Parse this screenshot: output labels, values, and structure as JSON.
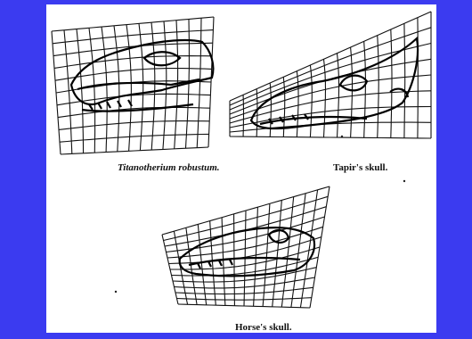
{
  "figure": {
    "background_color": "#3b3bf0",
    "panels": [
      {
        "caption": "Titanotherium robustum."
      },
      {
        "caption": "Tapir's skull."
      },
      {
        "caption": "Horse's skull."
      }
    ]
  }
}
